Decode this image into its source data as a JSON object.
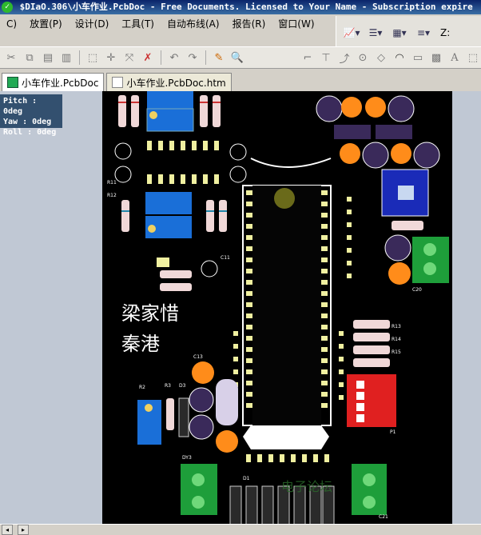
{
  "titlebar": {
    "text": "$DIaO.306\\小车作业.PcbDoc - Free Documents. Licensed to Your Name - Subscription expire"
  },
  "menu": {
    "items": [
      "C)",
      "放置(P)",
      "设计(D)",
      "工具(T)",
      "自动布线(A)",
      "报告(R)",
      "窗口(W)"
    ]
  },
  "right_toolbar": {
    "zoom_label": "Z:"
  },
  "tabs": [
    {
      "label": "小车作业.PcbDoc",
      "active": true
    },
    {
      "label": "小车作业.PcbDoc.htm",
      "active": false
    }
  ],
  "view_info": {
    "pitch": "Pitch : 0deg",
    "yaw": "Yaw : 0deg",
    "roll": "Roll : 0deg"
  },
  "board": {
    "silkscreen_text": [
      "梁家惜",
      "秦港"
    ],
    "watermark": "电子论坛",
    "designators": [
      "R11",
      "R12",
      "C13",
      "R2",
      "R3",
      "D3",
      "DY3",
      "C11",
      "P1",
      "R13",
      "R14",
      "R15",
      "D1",
      "C20",
      "C21"
    ],
    "colors": {
      "board": "#000000",
      "pad": "#f0f0a0",
      "resistor": "#f0d8d8",
      "capacitor": "#ff8c1a",
      "pot_blue": "#1a6fd8",
      "terminal_green": "#1e9e3a",
      "dip_red": "#e02020",
      "ic_body": "#050505",
      "silkscreen": "#ffffff"
    }
  }
}
